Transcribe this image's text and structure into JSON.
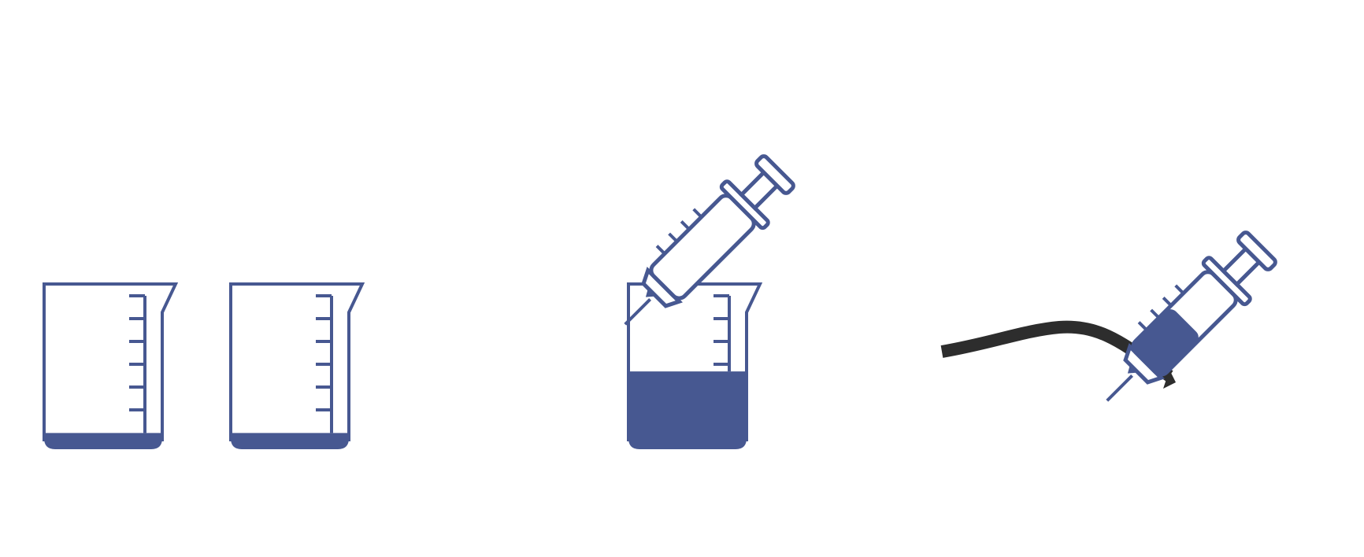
{
  "colors": {
    "accent": "#475891",
    "tube": "#2d2d2d",
    "background": "#ffffff"
  },
  "panels": [
    {
      "name": "empty-beakers",
      "items": [
        {
          "icon": "beaker-icon",
          "fill_level": 0.1
        },
        {
          "icon": "beaker-icon",
          "fill_level": 0.1
        }
      ]
    },
    {
      "name": "draw-liquid",
      "items": [
        {
          "icon": "beaker-icon",
          "fill_level": 0.48
        },
        {
          "icon": "syringe-icon",
          "fill_level": 0.0
        }
      ]
    },
    {
      "name": "inject-into-tube",
      "items": [
        {
          "icon": "tube-icon"
        },
        {
          "icon": "syringe-icon",
          "fill_level": 0.45
        }
      ]
    }
  ]
}
